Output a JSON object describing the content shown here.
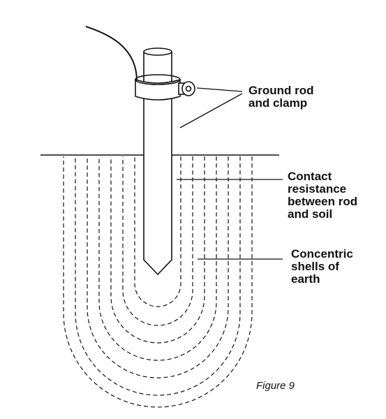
{
  "labels": {
    "rod": [
      "Ground rod",
      "and clamp"
    ],
    "contact": [
      "Contact",
      "resistance",
      "between rod",
      "and soil"
    ],
    "shells": [
      "Concentric",
      "shells of",
      "earth"
    ]
  },
  "caption": "Figure 9",
  "colors": {
    "line": "#111111",
    "background": "#ffffff"
  }
}
